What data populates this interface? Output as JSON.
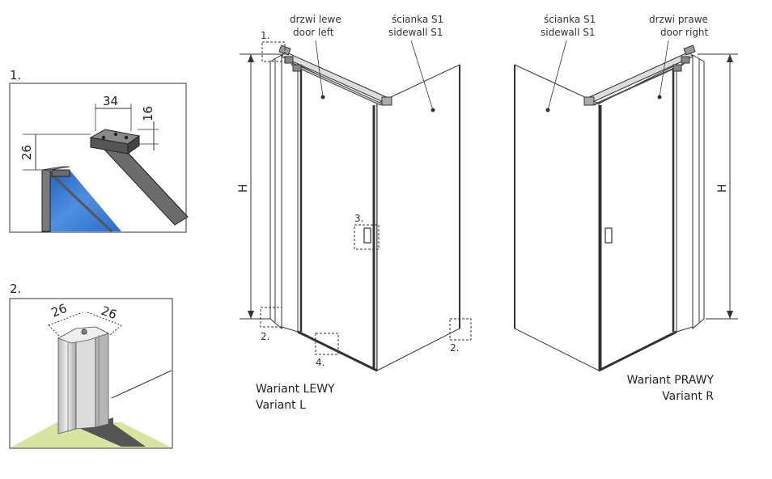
{
  "detail_panels": [
    {
      "number": "1.",
      "dims": {
        "width": "34",
        "depth": "16",
        "height": "26"
      }
    },
    {
      "number": "2.",
      "dims": {
        "left": "26",
        "right": "26"
      }
    }
  ],
  "left_variant": {
    "door_label_pl": "drzwi lewe",
    "door_label_en": "door left",
    "sidewall_label_pl": "ścianka S1",
    "sidewall_label_en": "sidewall S1",
    "height_label": "H",
    "markers": {
      "m1": "1.",
      "m2a": "2.",
      "m2b": "2.",
      "m3": "3.",
      "m4": "4."
    },
    "caption_pl": "Wariant LEWY",
    "caption_en": "Variant L"
  },
  "right_variant": {
    "sidewall_label_pl": "ścianka S1",
    "sidewall_label_en": "sidewall S1",
    "door_label_pl": "drzwi prawe",
    "door_label_en": "door right",
    "height_label": "H",
    "caption_pl": "Wariant PRAWY",
    "caption_en": "Variant R"
  },
  "colors": {
    "glass_blue": "#3f7fd6",
    "floor_green": "#d6e6a0",
    "profile_gray": "#c9c9c9"
  }
}
